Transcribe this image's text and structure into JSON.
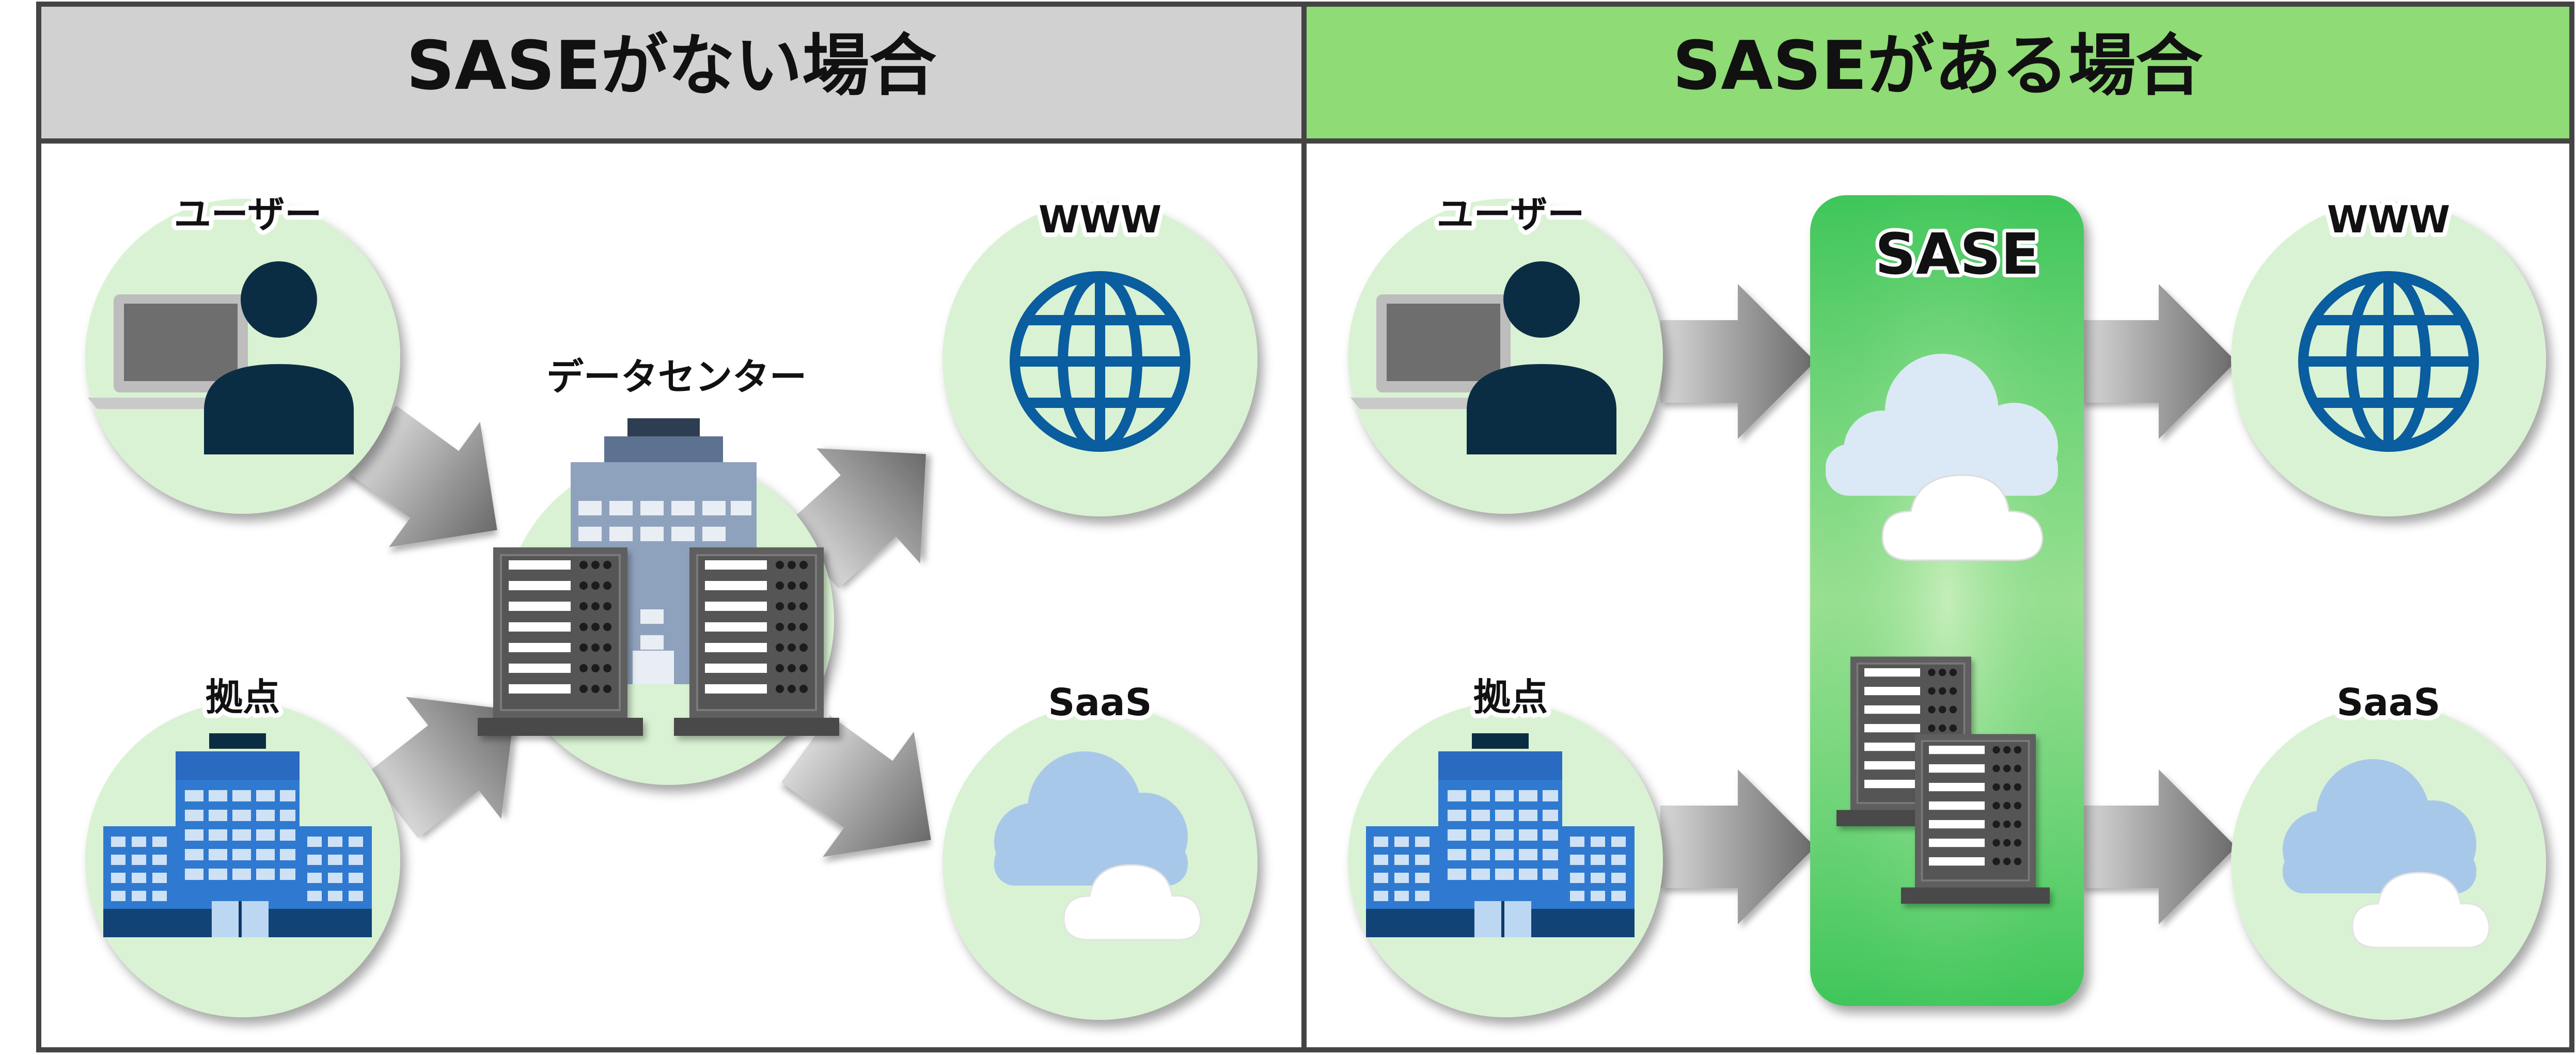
{
  "panels": {
    "without": {
      "title": "SASEがない場合"
    },
    "with": {
      "title": "SASEがある場合"
    }
  },
  "nodes": {
    "user": "ユーザー",
    "branch": "拠点",
    "datacenter": "データセンター",
    "www": "WWW",
    "saas": "SaaS",
    "sase": "SASE"
  },
  "colors": {
    "header_gray": "#d1d1d1",
    "header_green": "#8fdb75",
    "circle_fill": "#d9f2d3",
    "sase_green": "#55cc55",
    "person": "#0b2d44",
    "globe": "#0a5d9e",
    "frame": "#444444"
  }
}
